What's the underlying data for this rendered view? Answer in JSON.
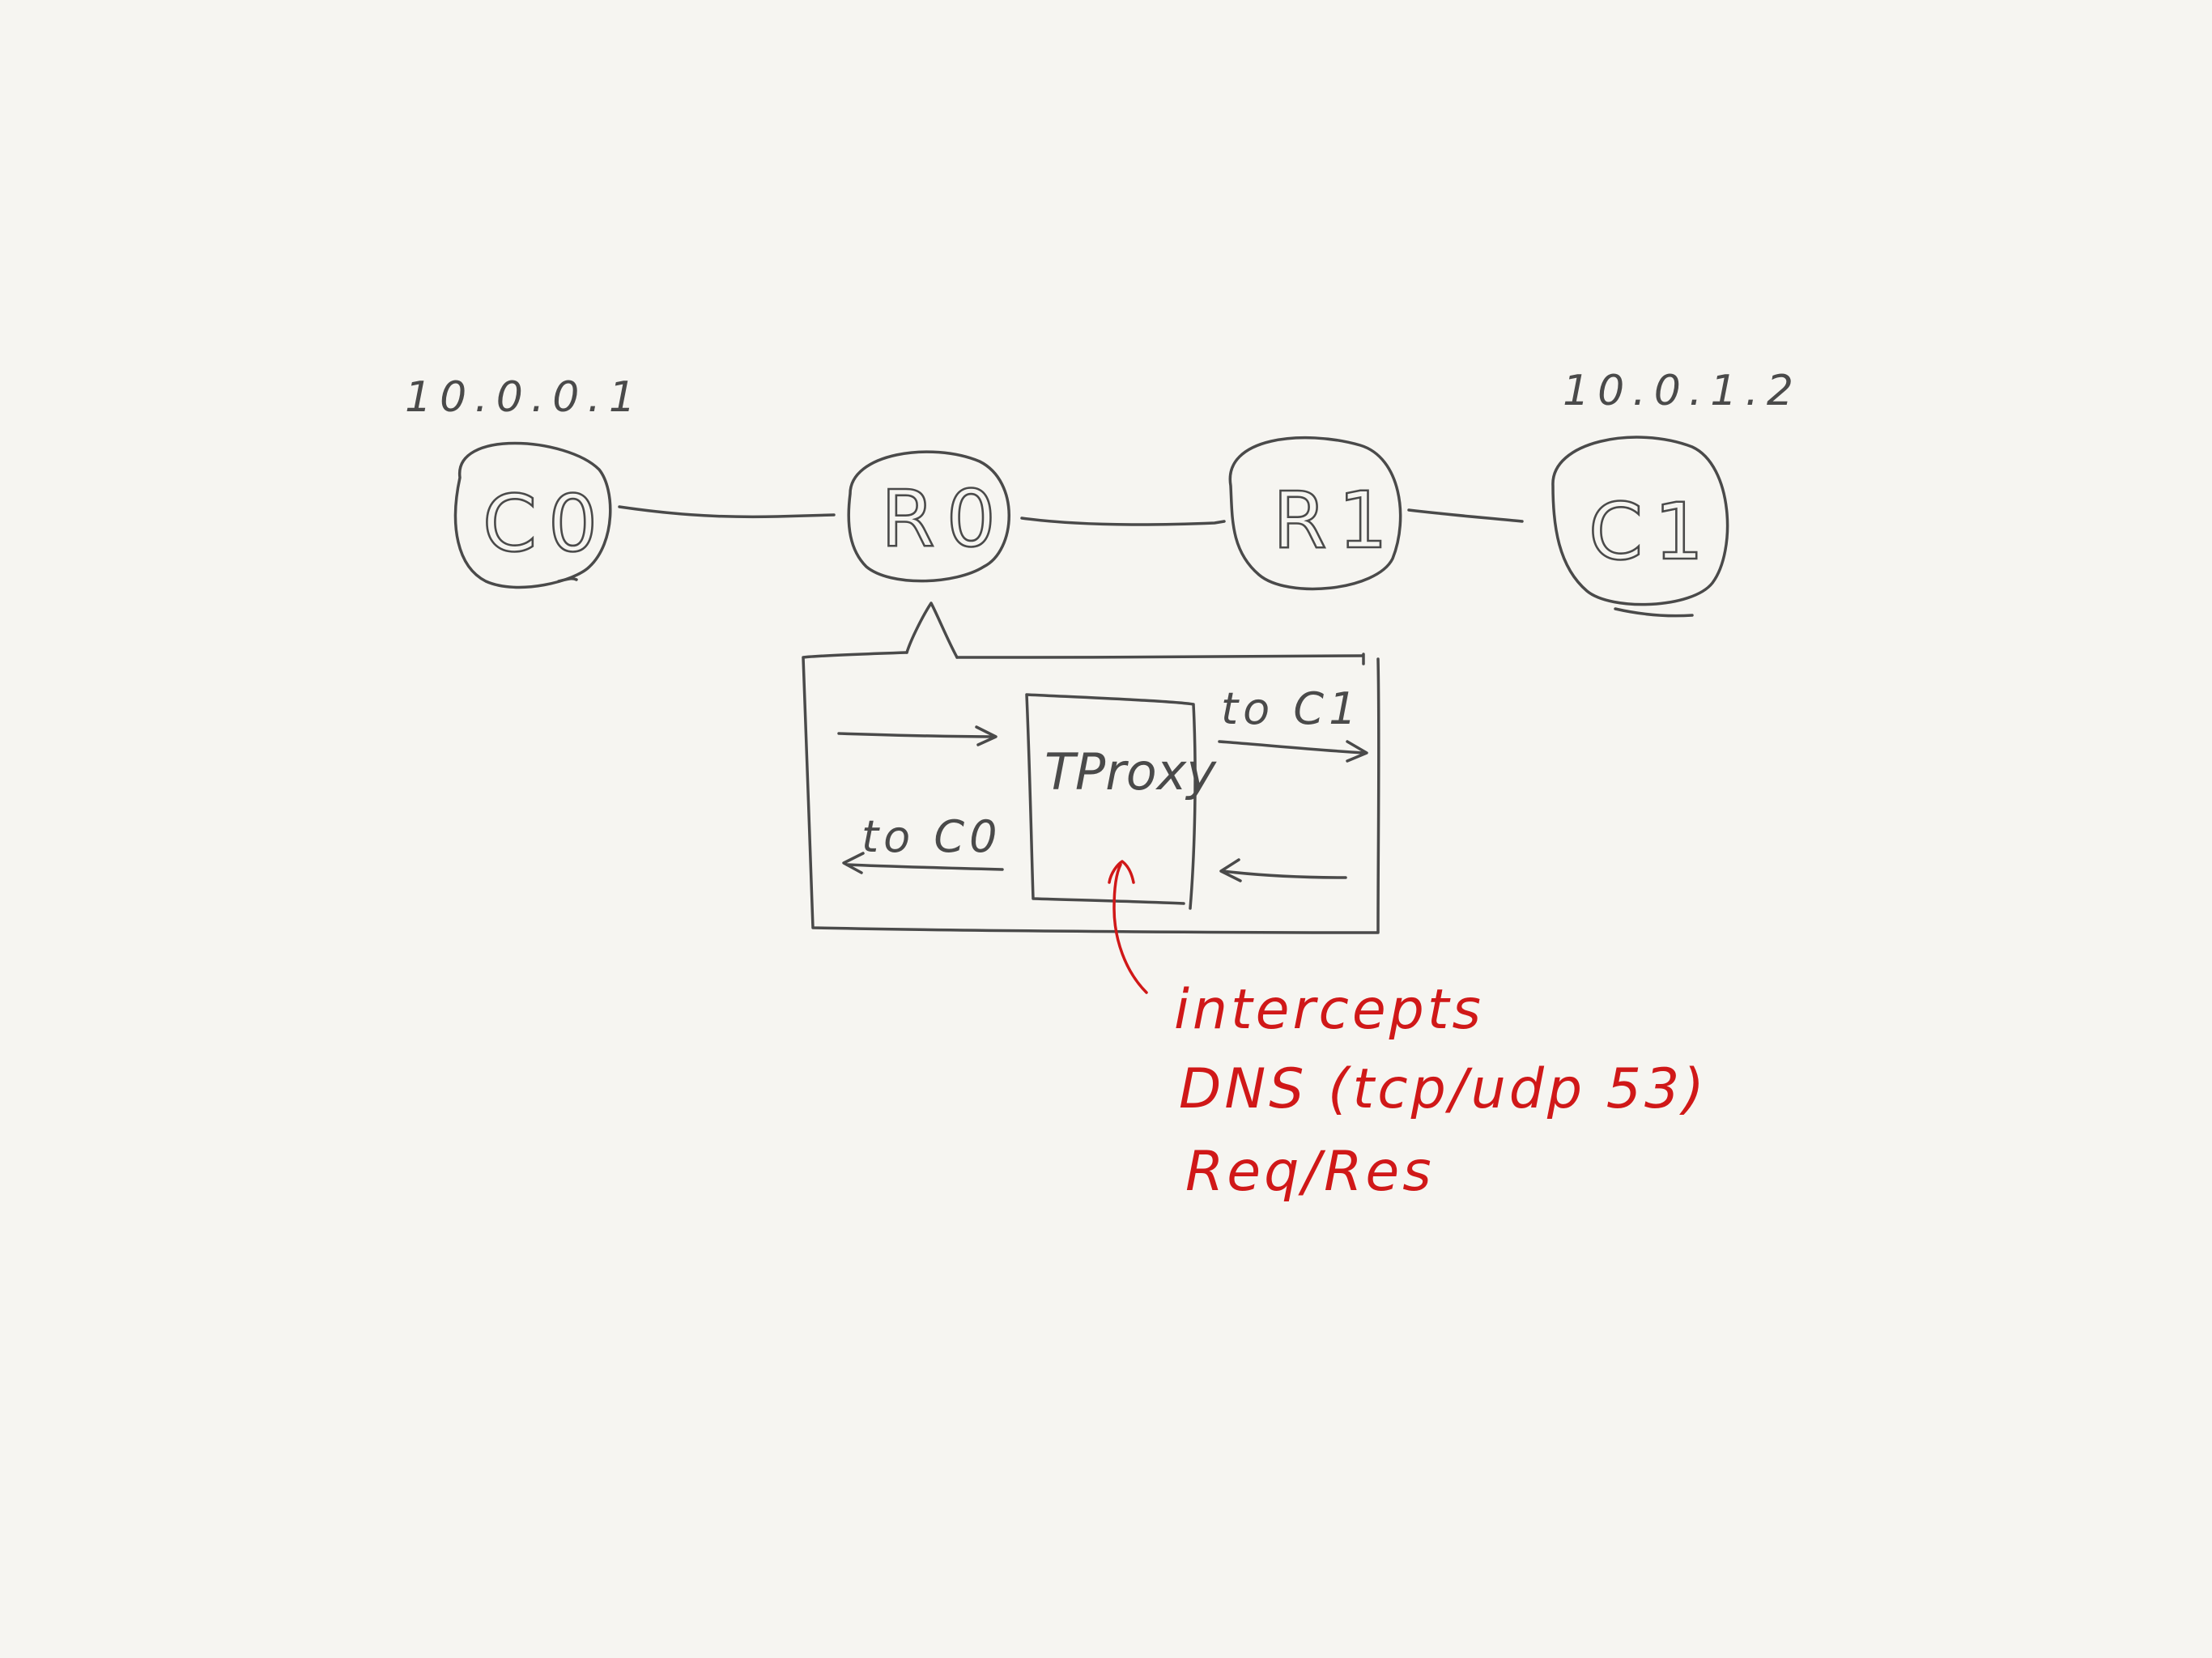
{
  "nodes": [
    {
      "id": "C0",
      "label": "C0"
    },
    {
      "id": "R0",
      "label": "R0"
    },
    {
      "id": "R1",
      "label": "R1"
    },
    {
      "id": "C1",
      "label": "C1"
    }
  ],
  "ips": {
    "c0": "10.0.0.1",
    "c1": "10.0.1.2"
  },
  "detail": {
    "proxy_label": "TProxy",
    "to_c1": "to C1",
    "to_c0": "to C0"
  },
  "note": {
    "line1": "intercepts",
    "line2": "DNS (tcp/udp 53)",
    "line3": "Req/Res"
  },
  "colors": {
    "ink": "#4a4a4a",
    "accent": "#d01818",
    "background": "#f6f5f1"
  }
}
